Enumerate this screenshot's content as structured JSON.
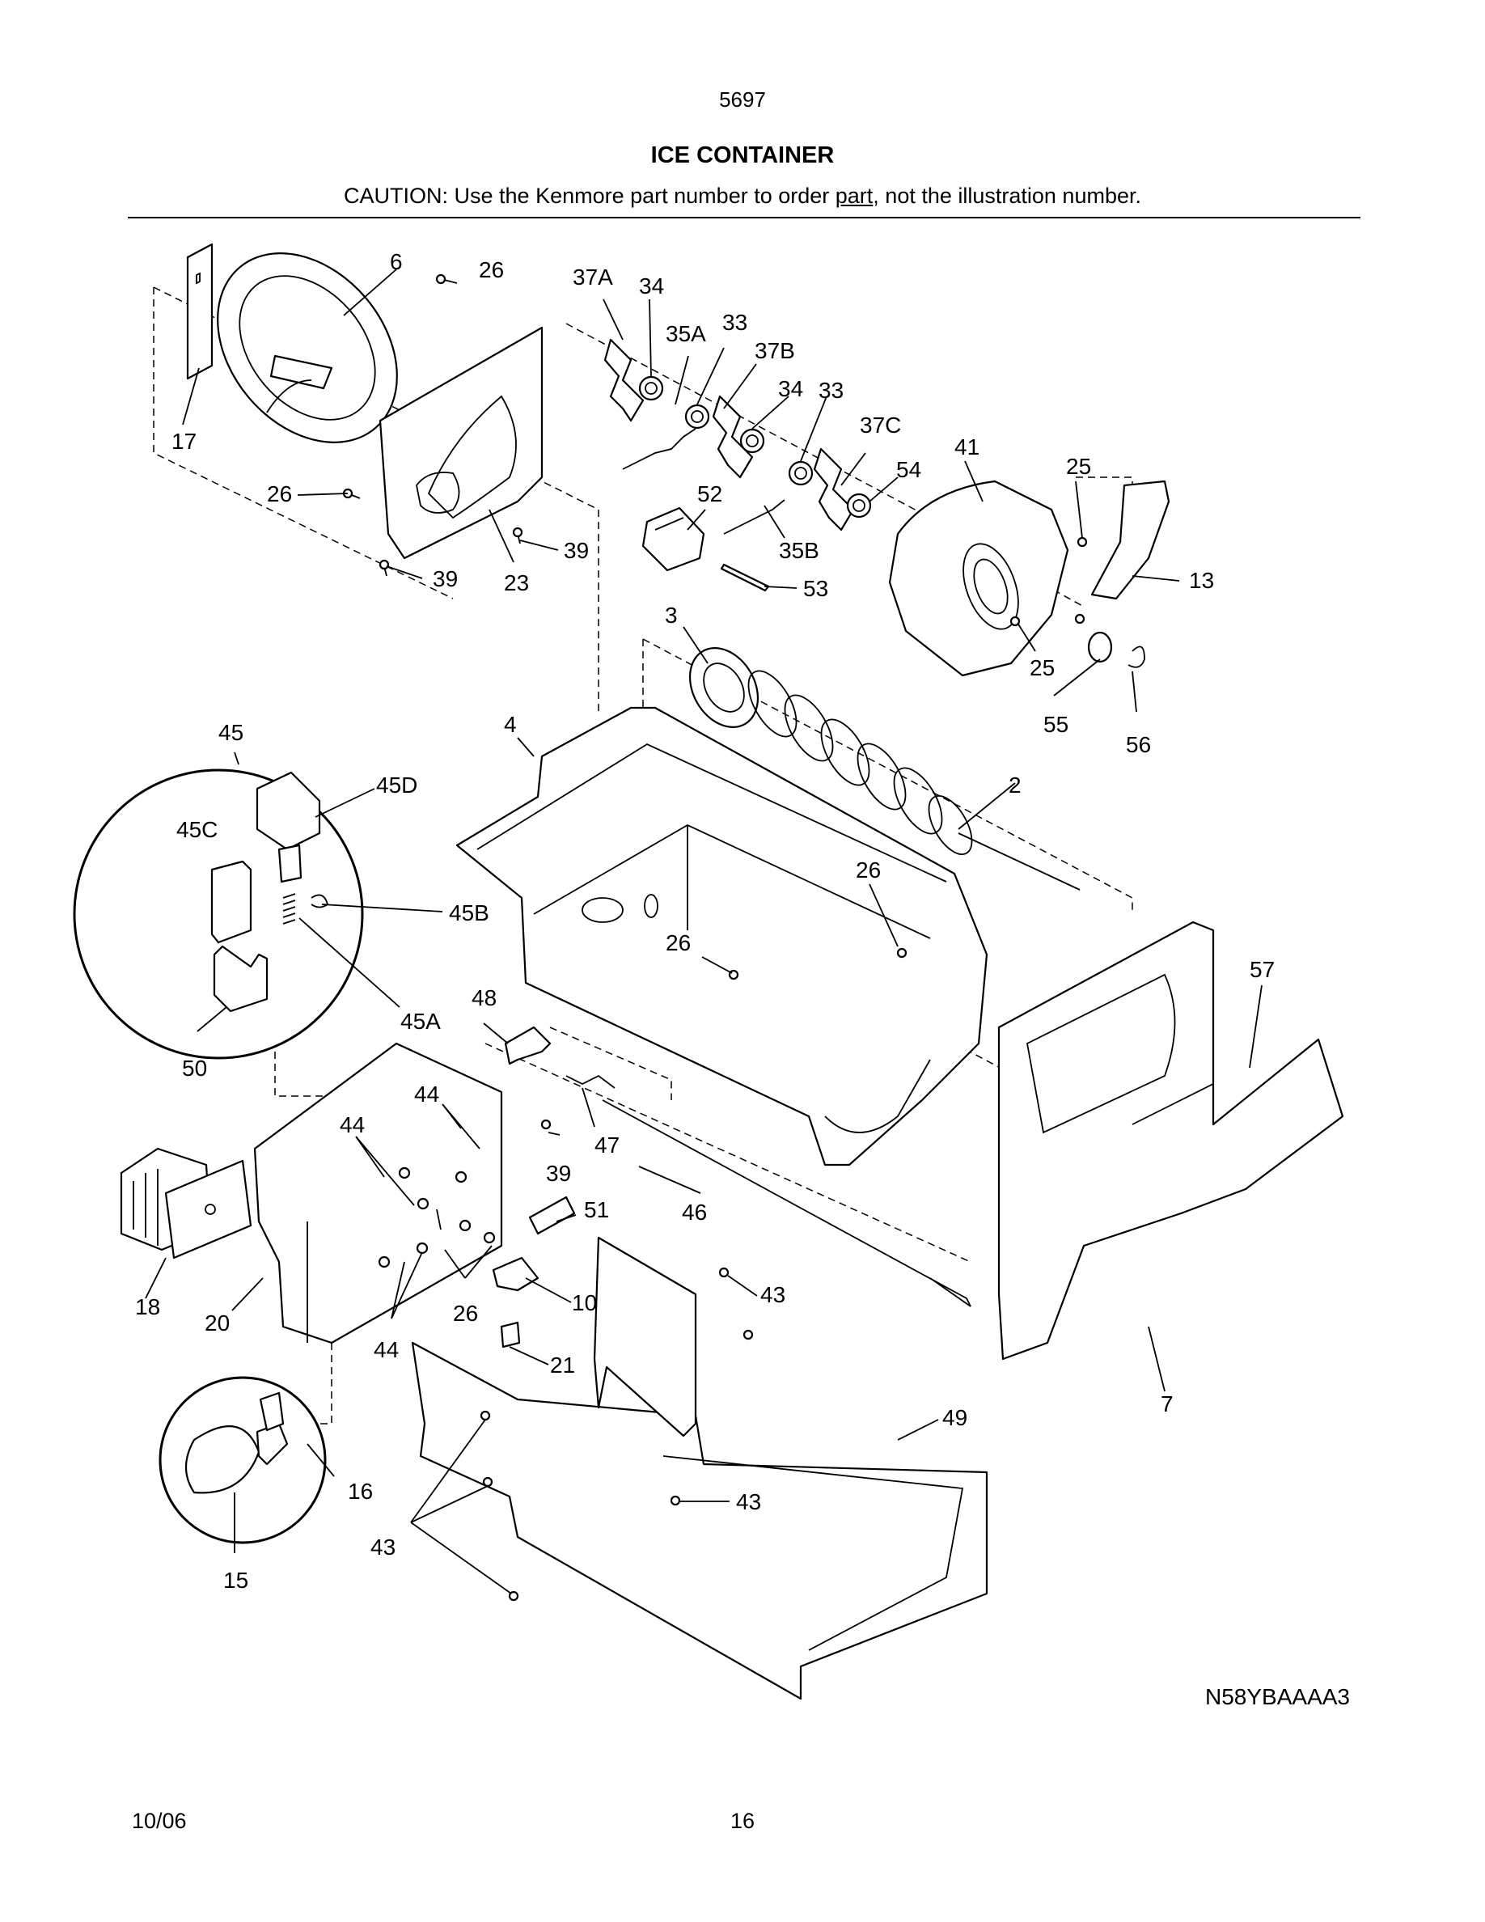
{
  "page_number": "5697",
  "title": "ICE CONTAINER",
  "caution": {
    "prefix": "CAUTION: Use the Kenmore part number to order ",
    "underlined": "part",
    "suffix": ", not the illustration number."
  },
  "diagram_code": "N58YBAAAA3",
  "footer": {
    "date": "10/06",
    "page": "16"
  },
  "callouts": {
    "c6": "6",
    "c26a": "26",
    "c37A": "37A",
    "c34a": "34",
    "c35A": "35A",
    "c33a": "33",
    "c37B": "37B",
    "c34b": "34",
    "c33b": "33",
    "c37C": "37C",
    "c41": "41",
    "c54": "54",
    "c25a": "25",
    "c17": "17",
    "c26b": "26",
    "c52": "52",
    "c39a": "39",
    "c39b": "39",
    "c23": "23",
    "c35B": "35B",
    "c53": "53",
    "c13": "13",
    "c3": "3",
    "c25b": "25",
    "c55": "55",
    "c56": "56",
    "c45": "45",
    "c4": "4",
    "c45D": "45D",
    "c45C": "45C",
    "c2": "2",
    "c26c": "26",
    "c45B": "45B",
    "c26d": "26",
    "c57": "57",
    "c48": "48",
    "c45A": "45A",
    "c50": "50",
    "c44a": "44",
    "c44b": "44",
    "c47": "47",
    "c39c": "39",
    "c46": "46",
    "c51": "51",
    "c18": "18",
    "c20": "20",
    "c26e": "26",
    "c10": "10",
    "c43a": "43",
    "c44c": "44",
    "c21": "21",
    "c7": "7",
    "c49": "49",
    "c16": "16",
    "c43b": "43",
    "c43c": "43",
    "c15": "15"
  }
}
